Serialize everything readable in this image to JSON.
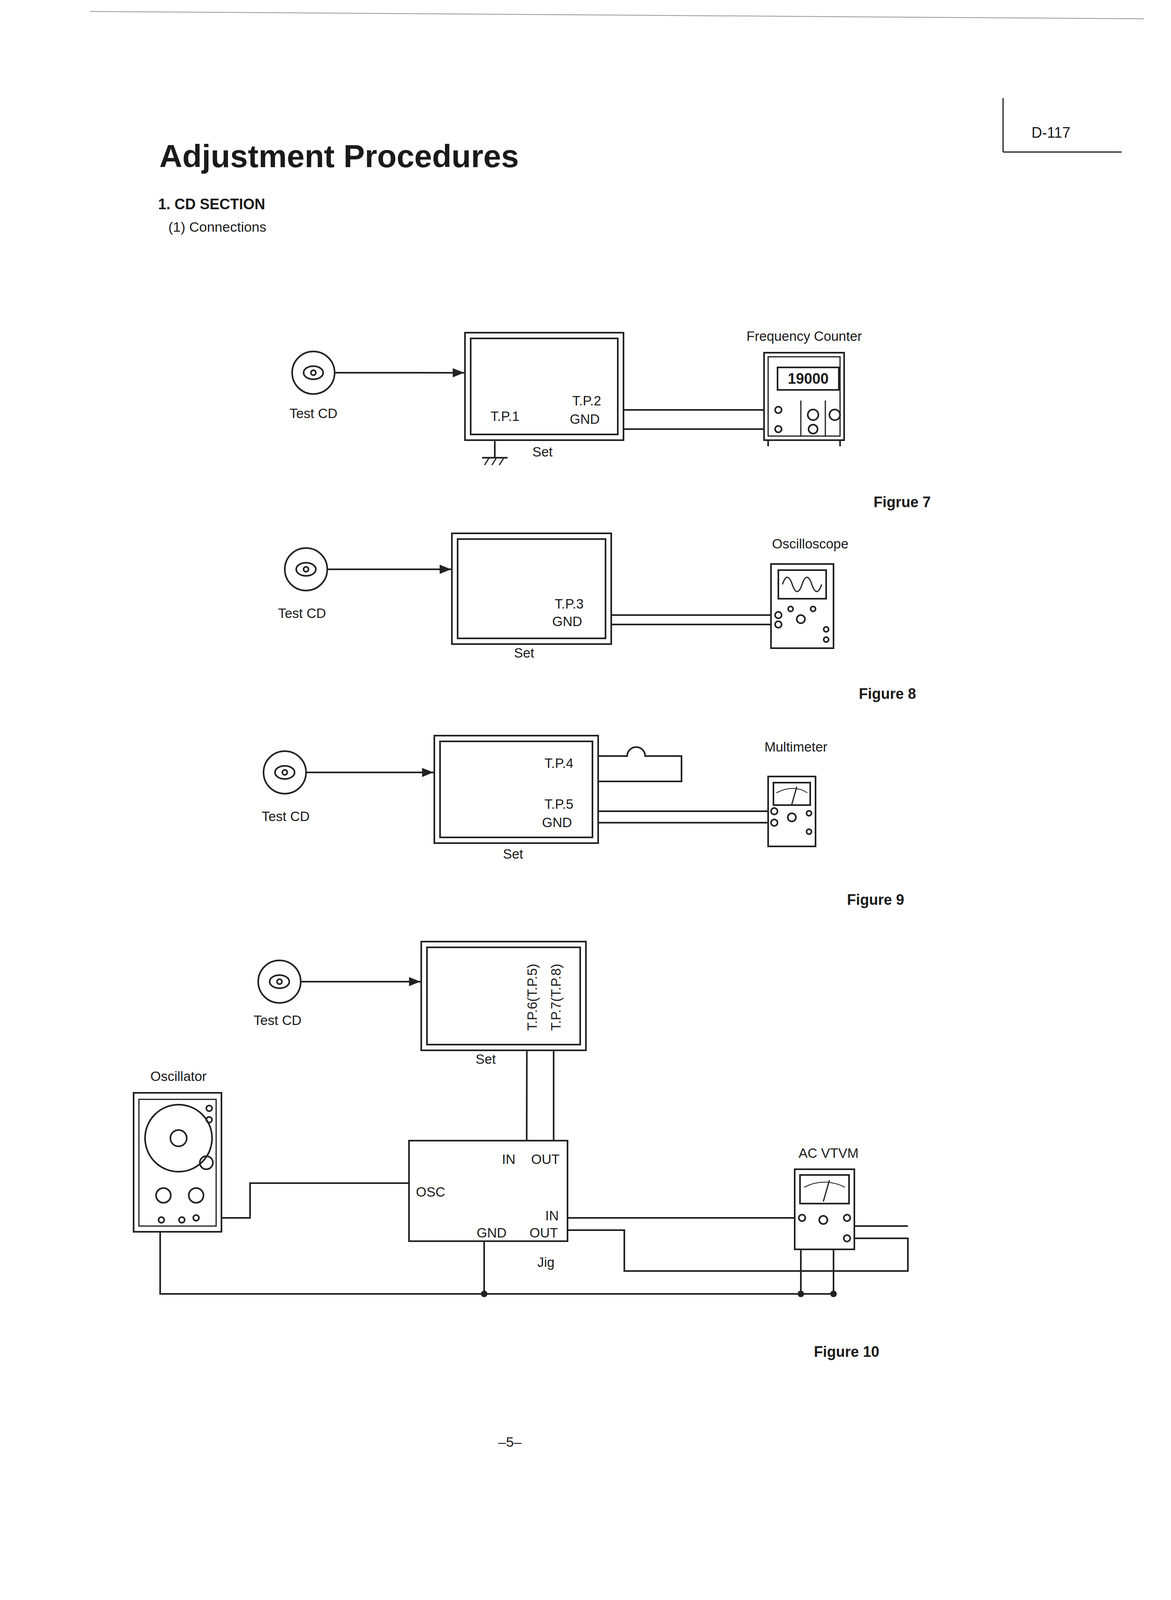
{
  "diagram": {
    "title": "Adjustment Procedures",
    "nodes": [
      {
        "text": [
          "Test CD"
        ]
      },
      {
        "text": [
          "T.P.1",
          "T.P.2",
          "GND",
          "Set"
        ]
      },
      {
        "text": [
          "Frequency Counter",
          "19000"
        ]
      },
      {
        "text": [
          "Test CD"
        ]
      },
      {
        "text": [
          "T.P.3",
          "GND",
          "Set"
        ]
      },
      {
        "text": [
          "Oscilloscope"
        ]
      },
      {
        "text": [
          "Test CD"
        ]
      },
      {
        "text": [
          "T.P.4",
          "T.P.5",
          "GND",
          "Set"
        ]
      },
      {
        "text": [
          "Multimeter"
        ]
      },
      {
        "text": [
          "Test CD"
        ]
      },
      {
        "text": [
          "T.P.6(T.P.5)",
          "T.P.7(T.P.8)",
          "Set"
        ]
      },
      {
        "text": [
          "Oscillator"
        ]
      },
      {
        "text": [
          "IN",
          "OUT",
          "OSC",
          "IN",
          "OUT",
          "GND",
          "Jig"
        ]
      },
      {
        "text": [
          "AC VTVM"
        ]
      }
    ],
    "edges": [
      {
        "from": 0,
        "to": 1,
        "arrow": "to"
      },
      {
        "from": 1,
        "to": 2,
        "arrow": "none"
      },
      {
        "from": 3,
        "to": 4,
        "arrow": "to"
      },
      {
        "from": 4,
        "to": 5,
        "arrow": "none"
      },
      {
        "from": 6,
        "to": 7,
        "arrow": "to"
      },
      {
        "from": 7,
        "to": 8,
        "arrow": "none"
      },
      {
        "from": 9,
        "to": 10,
        "arrow": "to"
      },
      {
        "from": 10,
        "to": 12,
        "arrow": "none"
      },
      {
        "from": 11,
        "to": 12,
        "arrow": "none"
      },
      {
        "from": 12,
        "to": 13,
        "arrow": "none"
      },
      {
        "from": 11,
        "to": 13,
        "arrow": "none"
      }
    ],
    "labels": [
      "D-117",
      "1. CD SECTION",
      "(1) Connections",
      "Figrue 7",
      "Figure 8",
      "Figure 9",
      "Figure 10",
      "–5–"
    ]
  }
}
